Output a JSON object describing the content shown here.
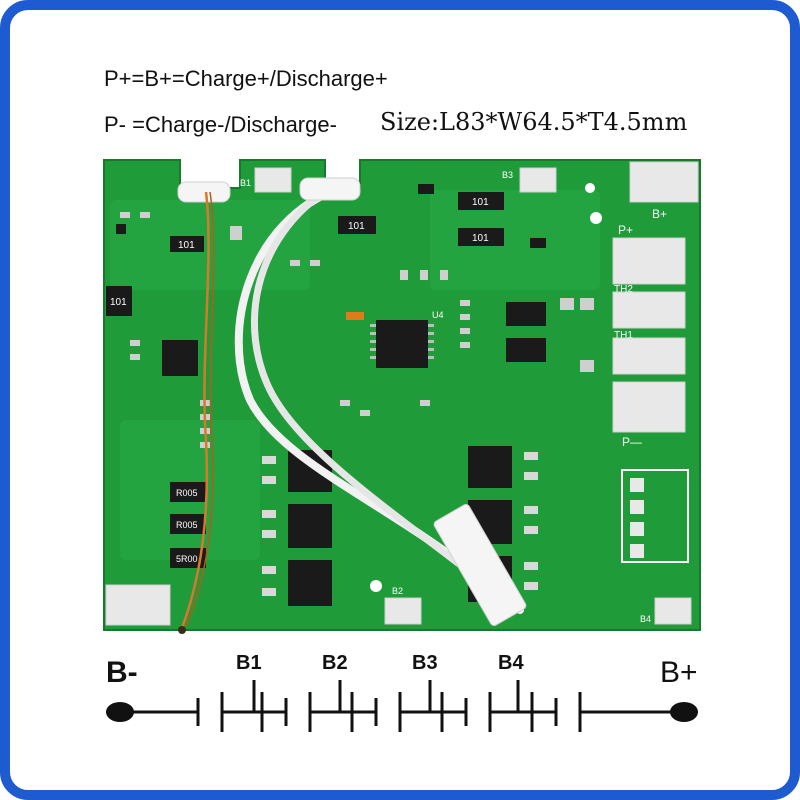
{
  "colors": {
    "frame": "#1f5bd0",
    "pcb": "#1f9b3a",
    "pad": "#e8e8e8"
  },
  "header": {
    "line1": "P+=B+=Charge+/Discharge+",
    "line2": "P- =Charge-/Discharge-",
    "size": "Size:L83*W64.5*T4.5mm"
  },
  "board": {
    "silkscreen": {
      "p_plus": "P+",
      "b_plus": "B+",
      "p_minus": "P—",
      "th2": "TH2",
      "th1": "TH1",
      "b1": "B1",
      "b2": "B2",
      "b3": "B3",
      "b4": "B4",
      "u4": "U4",
      "r101a": "101",
      "r101b": "101",
      "r101c": "101",
      "r101d": "101",
      "r101e": "101",
      "rs1": "R005",
      "rs2": "R005",
      "rs3": "5R00"
    }
  },
  "schematic": {
    "b_minus": "B-",
    "b_plus": "B+",
    "cells": [
      "B1",
      "B2",
      "B3",
      "B4"
    ]
  }
}
